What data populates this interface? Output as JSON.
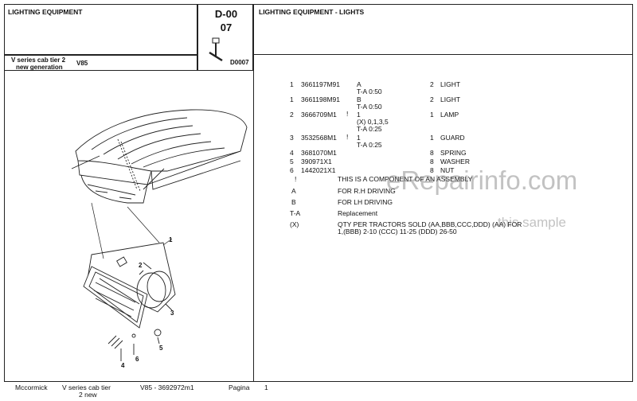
{
  "header": {
    "section_title": "LIGHTING EQUIPMENT",
    "code": "D-00",
    "code_sub": "07",
    "ref_code": "D0007",
    "right_title": "LIGHTING EQUIPMENT - LIGHTS",
    "series_line1": "V series cab tier 2",
    "series_line2": "new generation",
    "model": "V85"
  },
  "diagram": {
    "callouts": [
      "1",
      "2",
      "3",
      "4",
      "5",
      "6"
    ]
  },
  "parts": [
    {
      "ref": "1",
      "part_no": "3661197M91",
      "mark": "",
      "notes": [
        "A",
        "T-A 0:50"
      ],
      "qty": "2",
      "desc": "LIGHT"
    },
    {
      "ref": "1",
      "part_no": "3661198M91",
      "mark": "",
      "notes": [
        "B",
        "T-A 0:50"
      ],
      "qty": "2",
      "desc": "LIGHT"
    },
    {
      "ref": "2",
      "part_no": "3666709M1",
      "mark": "!",
      "notes": [
        "1",
        "(X) 0,1,3,5",
        "T-A 0:25"
      ],
      "qty": "1",
      "desc": "LAMP"
    },
    {
      "ref": "3",
      "part_no": "3532568M1",
      "mark": "!",
      "notes": [
        "1",
        "T-A 0:25"
      ],
      "qty": "1",
      "desc": "GUARD"
    },
    {
      "ref": "4",
      "part_no": "3681070M1",
      "mark": "",
      "notes": [],
      "qty": "8",
      "desc": "SPRING"
    },
    {
      "ref": "5",
      "part_no": "390971X1",
      "mark": "",
      "notes": [],
      "qty": "8",
      "desc": "WASHER"
    },
    {
      "ref": "6",
      "part_no": "1442021X1",
      "mark": "",
      "notes": [],
      "qty": "8",
      "desc": "NUT"
    }
  ],
  "legend": [
    {
      "key": "!",
      "text": "THIS IS A COMPONENT OF AN ASSEMBLY"
    },
    {
      "key": "A",
      "text": "FOR R.H DRIVING"
    },
    {
      "key": "B",
      "text": "FOR LH DRIVING"
    },
    {
      "key": "T-A",
      "text": "Replacement"
    },
    {
      "key": "(X)",
      "text": "QTY PER TRACTORS SOLD (AA,BBB,CCC,DDD) (AA) FOR",
      "text2": "1,(BBB) 2-10 (CCC) 11-25 (DDD) 26-50"
    }
  ],
  "footer": {
    "brand": "Mccormick",
    "series_line1": "V series cab tier",
    "series_line2": "2 new",
    "model_code": "V85 - 3692972m1",
    "page_label": "Pagina",
    "page_num": "1"
  },
  "watermark": {
    "main": "eRepairinfo.com",
    "sub": "this sample"
  }
}
